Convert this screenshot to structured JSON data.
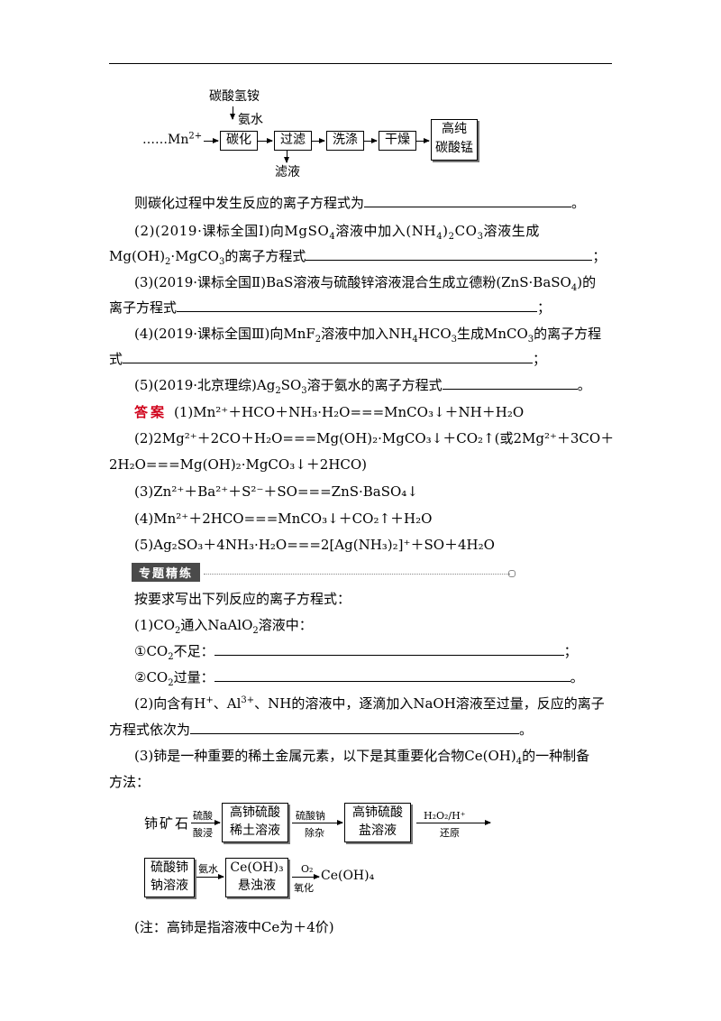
{
  "diagram1": {
    "start": "……Mn",
    "start_sup": "2+",
    "reagent_top": "碳酸氢铵",
    "reagent_mid": "氨水",
    "step1": "碳化",
    "step2": "过滤",
    "byproduct": "滤液",
    "step3": "洗涤",
    "step4": "干燥",
    "product_l1": "高纯",
    "product_l2": "碳酸锰"
  },
  "q1_tail": {
    "text": "则碳化过程中发生反应的离子方程式为",
    "end": "。"
  },
  "q2": {
    "line1": "(2)(2019·课标全国Ⅰ)向MgSO",
    "sub1": "4",
    "mid1": "溶液中加入(NH",
    "sub2": "4",
    "mid2": ")",
    "sub3": "2",
    "mid3": "CO",
    "sub4": "3",
    "end1": "溶液生成",
    "line2a": "Mg(OH)",
    "sub5": "2",
    "line2b": "·MgCO",
    "sub6": "3",
    "line2c": "的离子方程式",
    "end2": "；"
  },
  "q3": {
    "line1a": "(3)(2019·课标全国Ⅱ)BaS溶液与硫酸锌溶液混合生成立德粉(ZnS·BaSO",
    "sub1": "4",
    "line1b": ")的",
    "line2": "离子方程式",
    "end": "；"
  },
  "q4": {
    "line1a": "(4)(2019·课标全国Ⅲ)向MnF",
    "sub1": "2",
    "line1b": "溶液中加入NH",
    "sub2": "4",
    "line1c": "HCO",
    "sub3": "3",
    "line1d": "生成MnCO",
    "sub4": "3",
    "line1e": "的离子方程",
    "line2": "式",
    "end": "；"
  },
  "q5": {
    "a": "(5)(2019·北京理综)Ag",
    "sub1": "2",
    "b": "SO",
    "sub2": "3",
    "c": "溶于氨水的离子方程式",
    "end": "。"
  },
  "answer": {
    "label": "答案",
    "a1": "(1)Mn²⁺＋HCO＋NH₃·H₂O===MnCO₃↓＋NH＋H₂O",
    "a2_l1": "(2)2Mg²⁺＋2CO＋H₂O===Mg(OH)₂·MgCO₃↓＋CO₂↑(或2Mg²⁺＋3CO＋",
    "a2_l2": "2H₂O===Mg(OH)₂·MgCO₃↓＋2HCO)",
    "a3": "(3)Zn²⁺＋Ba²⁺＋S²⁻＋SO===ZnS·BaSO₄↓",
    "a4": "(4)Mn²⁺＋2HCO===MnCO₃↓＋CO₂↑＋H₂O",
    "a5": "(5)Ag₂SO₃＋4NH₃·H₂O===2[Ag(NH₃)₂]⁺＋SO＋4H₂O"
  },
  "section": {
    "title": "专题精练"
  },
  "exercise": {
    "intro": "按要求写出下列反应的离子方程式：",
    "p1a": "(1)CO",
    "p1_sub1": "2",
    "p1b": "通入NaAlO",
    "p1_sub2": "2",
    "p1c": "溶液中：",
    "p1_i_a": "①CO",
    "p1_i_sub": "2",
    "p1_i_b": "不足：",
    "p1_i_end": "；",
    "p1_ii_a": "②CO",
    "p1_ii_sub": "2",
    "p1_ii_b": "过量：",
    "p1_ii_end": "。",
    "p2_l1a": "(2)向含有H",
    "p2_sup1": "+",
    "p2_l1b": "、Al",
    "p2_sup2": "3+",
    "p2_l1c": "、NH的溶液中，逐滴加入NaOH溶液至过量，反应的离子",
    "p2_l2": "方程式依次为",
    "p2_end": "。",
    "p3_l1a": "(3)铈是一种重要的稀土金属元素，以下是其重要化合物Ce(OH)",
    "p3_sub": "4",
    "p3_l1b": "的一种制备",
    "p3_l2": "方法：",
    "note": "(注：高铈是指溶液中Ce为＋4价)"
  },
  "diagram2": {
    "ore": "铈矿石",
    "arrow1_top": "硫酸",
    "arrow1_bottom": "酸浸",
    "box1_l1": "高铈硫酸",
    "box1_l2": "稀土溶液",
    "arrow2_top": "硫酸钠",
    "arrow2_bottom": "除杂",
    "box2_l1": "高铈硫酸",
    "box2_l2": "盐溶液",
    "arrow3_top": "H₂O₂/H⁺",
    "arrow3_bottom": "还原",
    "box3_l1": "硫酸铈",
    "box3_l2": "钠溶液",
    "arrow4_top": "氨水",
    "box4_l1": "Ce(OH)₃",
    "box4_l2": "悬浊液",
    "arrow5_top": "O₂",
    "arrow5_bottom": "氧化",
    "product": "Ce(OH)₄"
  }
}
